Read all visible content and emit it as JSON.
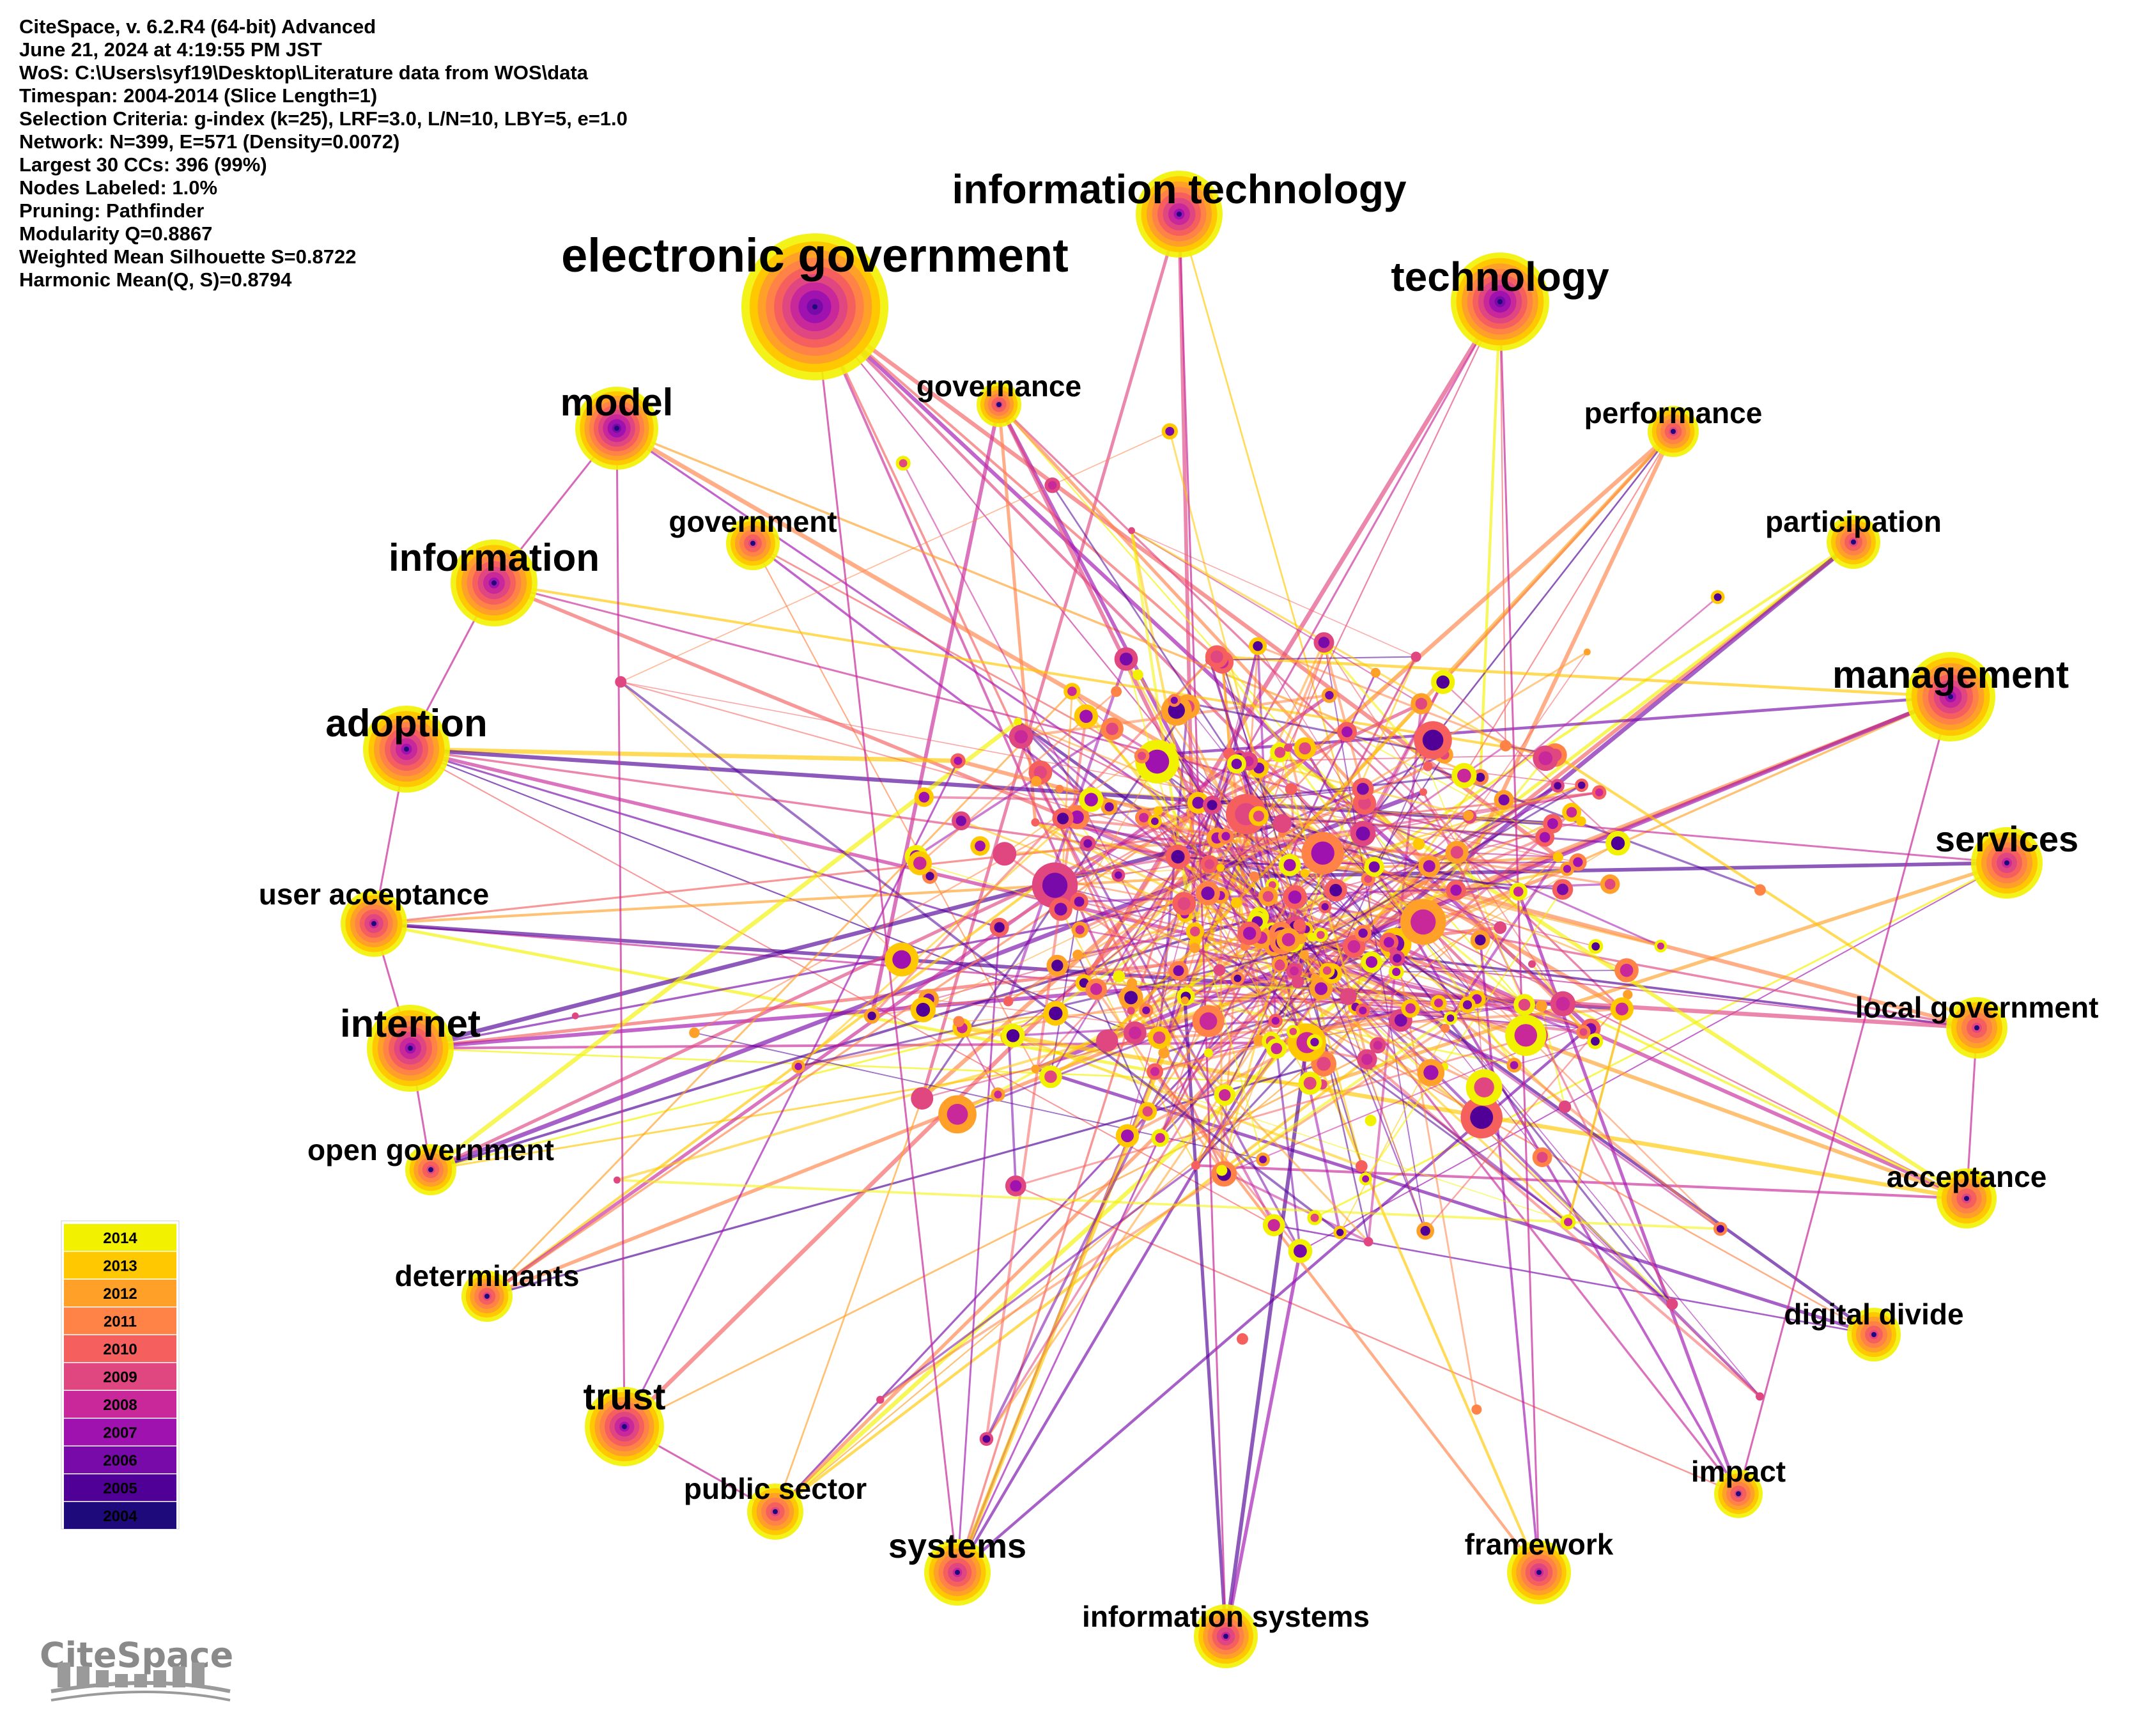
{
  "header": {
    "lines": [
      "CiteSpace, v. 6.2.R4 (64-bit) Advanced",
      "June 21, 2024 at 4:19:55 PM JST",
      "WoS: C:\\Users\\syf19\\Desktop\\Literature data from WOS\\data",
      "Timespan: 2004-2014 (Slice Length=1)",
      "Selection Criteria: g-index (k=25), LRF=3.0, L/N=10, LBY=5, e=1.0",
      "Network: N=399, E=571 (Density=0.0072)",
      "Largest 30 CCs: 396 (99%)",
      "Nodes Labeled: 1.0%",
      "Pruning: Pathfinder",
      "Modularity Q=0.8867",
      "Weighted Mean Silhouette S=0.8722",
      "Harmonic Mean(Q, S)=0.8794"
    ]
  },
  "legend": {
    "years": [
      {
        "label": "2014",
        "color": "#f2f200"
      },
      {
        "label": "2013",
        "color": "#ffc800"
      },
      {
        "label": "2012",
        "color": "#ffa028"
      },
      {
        "label": "2011",
        "color": "#ff8246"
      },
      {
        "label": "2010",
        "color": "#f5605f"
      },
      {
        "label": "2009",
        "color": "#e04680"
      },
      {
        "label": "2008",
        "color": "#c8289a"
      },
      {
        "label": "2007",
        "color": "#a012b0"
      },
      {
        "label": "2006",
        "color": "#780aaa"
      },
      {
        "label": "2005",
        "color": "#500096"
      },
      {
        "label": "2004",
        "color": "#1e0a7a"
      }
    ]
  },
  "logo": {
    "text": "CiteSpace"
  },
  "keywords": [
    {
      "label": "electronic government",
      "size": "xl"
    },
    {
      "label": "information technology",
      "size": "l"
    },
    {
      "label": "technology",
      "size": "l"
    },
    {
      "label": "model",
      "size": "l"
    },
    {
      "label": "governance",
      "size": "m"
    },
    {
      "label": "performance",
      "size": "m"
    },
    {
      "label": "government",
      "size": "m"
    },
    {
      "label": "participation",
      "size": "m"
    },
    {
      "label": "information",
      "size": "l"
    },
    {
      "label": "management",
      "size": "l"
    },
    {
      "label": "adoption",
      "size": "l"
    },
    {
      "label": "services",
      "size": "l"
    },
    {
      "label": "user acceptance",
      "size": "m"
    },
    {
      "label": "local government",
      "size": "m"
    },
    {
      "label": "internet",
      "size": "l"
    },
    {
      "label": "acceptance",
      "size": "m"
    },
    {
      "label": "open government",
      "size": "m"
    },
    {
      "label": "determinants",
      "size": "m"
    },
    {
      "label": "digital divide",
      "size": "m"
    },
    {
      "label": "trust",
      "size": "l"
    },
    {
      "label": "impact",
      "size": "m"
    },
    {
      "label": "public sector",
      "size": "m"
    },
    {
      "label": "systems",
      "size": "l"
    },
    {
      "label": "framework",
      "size": "m"
    },
    {
      "label": "information systems",
      "size": "m"
    }
  ]
}
